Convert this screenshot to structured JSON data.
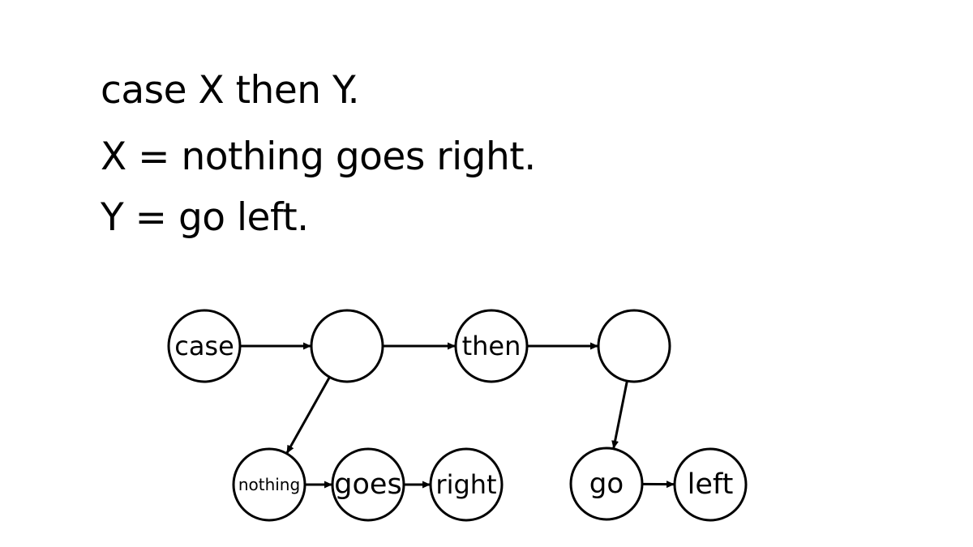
{
  "text": {
    "line1": "case X then Y.",
    "line2": "X = nothing goes right.",
    "line3": "Y = go left."
  },
  "diagram": {
    "nodes": [
      {
        "id": "case",
        "label": "case"
      },
      {
        "id": "hub1",
        "label": ""
      },
      {
        "id": "then",
        "label": "then"
      },
      {
        "id": "hub2",
        "label": ""
      },
      {
        "id": "nothing",
        "label": "nothing"
      },
      {
        "id": "goes",
        "label": "goes"
      },
      {
        "id": "right",
        "label": "right"
      },
      {
        "id": "go",
        "label": "go"
      },
      {
        "id": "left",
        "label": "left"
      }
    ],
    "edges": [
      [
        "case",
        "hub1"
      ],
      [
        "hub1",
        "then"
      ],
      [
        "then",
        "hub2"
      ],
      [
        "hub1",
        "nothing"
      ],
      [
        "nothing",
        "goes"
      ],
      [
        "goes",
        "right"
      ],
      [
        "hub2",
        "go"
      ],
      [
        "go",
        "left"
      ]
    ]
  }
}
